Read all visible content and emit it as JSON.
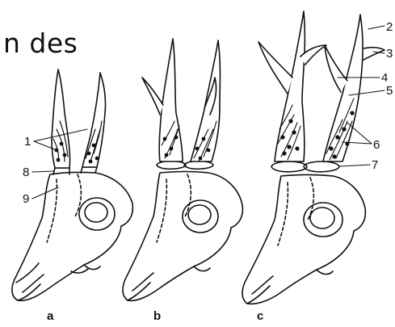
{
  "heading_text": "n des",
  "labels": {
    "n1": "1",
    "n2": "2",
    "n3": "3",
    "n4": "4",
    "n5": "5",
    "n6": "6",
    "n7": "7",
    "n8": "8",
    "n9": "9"
  },
  "panel_letters": {
    "a": "a",
    "b": "b",
    "c": "c"
  },
  "colors": {
    "ink": "#111111",
    "background": "#ffffff"
  }
}
